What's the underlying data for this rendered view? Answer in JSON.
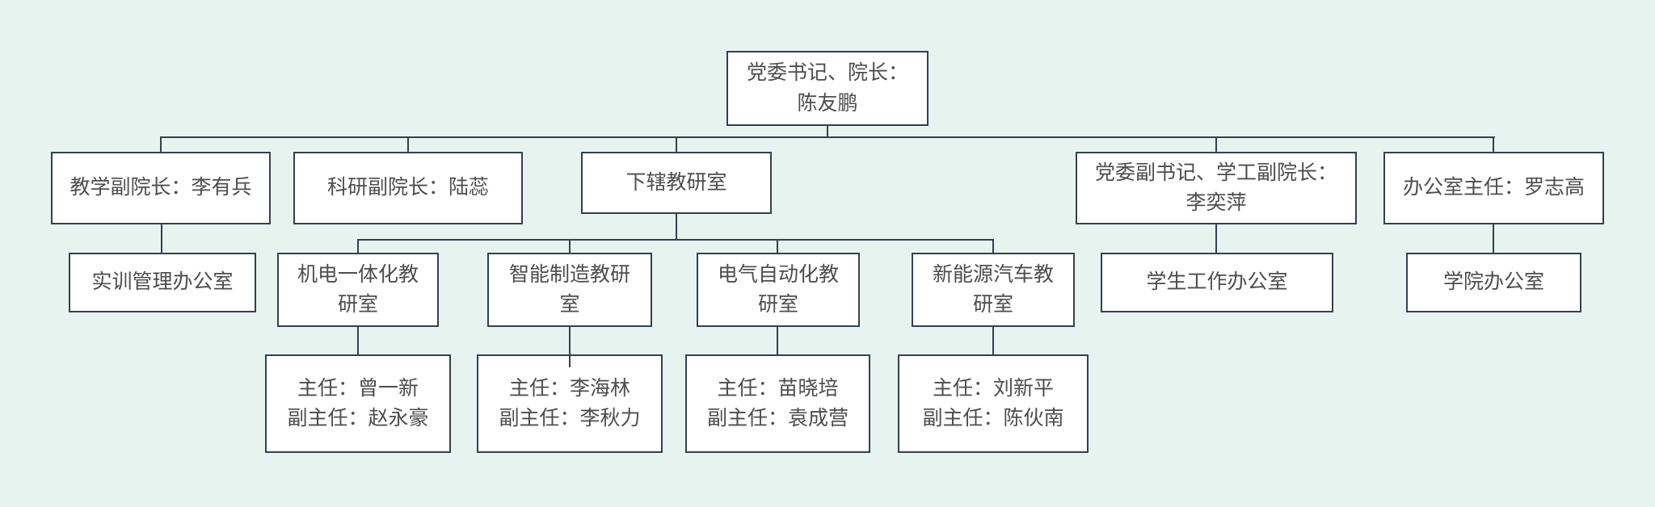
{
  "org_chart": {
    "type": "org-chart",
    "background_color": "#e7f3ee",
    "node_fill_color": "#ffffff",
    "node_border_color": "#33414e",
    "text_color": "#4d4d4d",
    "nodes": {
      "dean": {
        "label": "党委书记、院长：\n陈友鹏"
      },
      "vp_teaching": {
        "label": "教学副院长：李有兵"
      },
      "vp_research": {
        "label": "科研副院长：陆蕊"
      },
      "teaching_office_group": {
        "label": "下辖教研室"
      },
      "vp_party_student": {
        "label": "党委副书记、学工副院长：\n李奕萍"
      },
      "office_director": {
        "label": "办公室主任：罗志高"
      },
      "training_mgmt_office": {
        "label": "实训管理办公室"
      },
      "mechatronics_dept": {
        "label": "机电一体化教\n研室"
      },
      "intelligent_mfg_dept": {
        "label": "智能制造教研\n室"
      },
      "electrical_auto_dept": {
        "label": "电气自动化教\n研室"
      },
      "new_energy_vehicle_dept": {
        "label": "新能源汽车教\n研室"
      },
      "student_work_office": {
        "label": "学生工作办公室"
      },
      "college_office": {
        "label": "学院办公室"
      },
      "mechatronics_heads": {
        "label": "主任：曾一新\n副主任：赵永豪"
      },
      "intelligent_mfg_heads": {
        "label": "主任：李海林\n副主任：李秋力"
      },
      "electrical_auto_heads": {
        "label": "主任：苗晓培\n副主任：袁成营"
      },
      "new_energy_vehicle_heads": {
        "label": "主任：刘新平\n副主任：陈伙南"
      }
    },
    "edges": [
      {
        "from": "dean",
        "to": "vp_teaching"
      },
      {
        "from": "dean",
        "to": "vp_research"
      },
      {
        "from": "dean",
        "to": "teaching_office_group"
      },
      {
        "from": "dean",
        "to": "vp_party_student"
      },
      {
        "from": "dean",
        "to": "office_director"
      },
      {
        "from": "vp_teaching",
        "to": "training_mgmt_office"
      },
      {
        "from": "teaching_office_group",
        "to": "mechatronics_dept"
      },
      {
        "from": "teaching_office_group",
        "to": "intelligent_mfg_dept"
      },
      {
        "from": "teaching_office_group",
        "to": "electrical_auto_dept"
      },
      {
        "from": "teaching_office_group",
        "to": "new_energy_vehicle_dept"
      },
      {
        "from": "vp_party_student",
        "to": "student_work_office"
      },
      {
        "from": "office_director",
        "to": "college_office"
      },
      {
        "from": "mechatronics_dept",
        "to": "mechatronics_heads"
      },
      {
        "from": "intelligent_mfg_dept",
        "to": "intelligent_mfg_heads"
      },
      {
        "from": "electrical_auto_dept",
        "to": "electrical_auto_heads"
      },
      {
        "from": "new_energy_vehicle_dept",
        "to": "new_energy_vehicle_heads"
      }
    ]
  }
}
